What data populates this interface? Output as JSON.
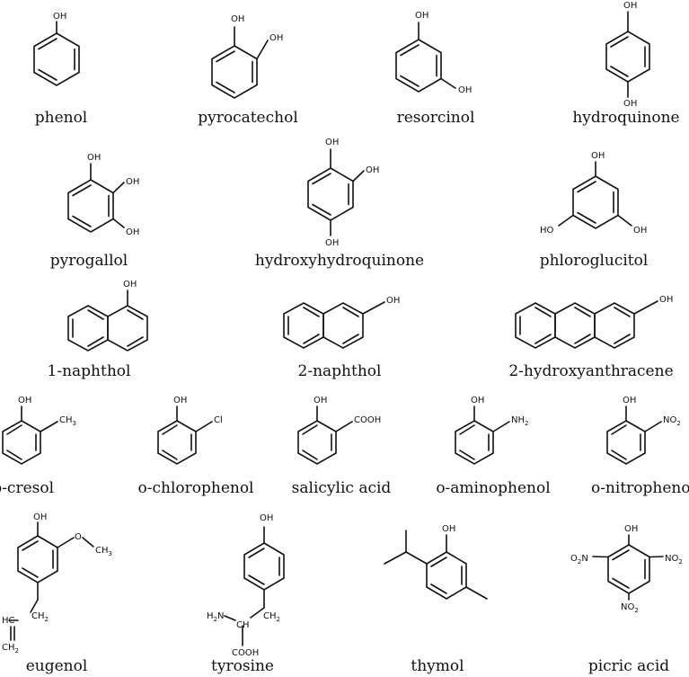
{
  "compounds": [
    {
      "name": "phenol",
      "atoms": [
        "OH"
      ]
    },
    {
      "name": "pyrocatechol",
      "atoms": [
        "OH",
        "OH"
      ]
    },
    {
      "name": "resorcinol",
      "atoms": [
        "OH",
        "OH"
      ]
    },
    {
      "name": "hydroquinone",
      "atoms": [
        "OH",
        "OH"
      ]
    },
    {
      "name": "pyrogallol",
      "atoms": [
        "OH",
        "OH",
        "OH"
      ]
    },
    {
      "name": "hydroxyhydroquinone",
      "atoms": [
        "OH",
        "OH",
        "OH"
      ]
    },
    {
      "name": "phloroglucitol",
      "atoms": [
        "OH",
        "HO",
        "OH"
      ]
    },
    {
      "name": "1-naphthol",
      "atoms": [
        "OH"
      ]
    },
    {
      "name": "2-naphthol",
      "atoms": [
        "OH"
      ]
    },
    {
      "name": "2-hydroxyanthracene",
      "atoms": [
        "OH"
      ]
    },
    {
      "name": "o-cresol",
      "atoms": [
        "OH",
        "CH3"
      ]
    },
    {
      "name": "o-chlorophenol",
      "atoms": [
        "OH",
        "Cl"
      ]
    },
    {
      "name": "salicylic acid",
      "atoms": [
        "OH",
        "COOH"
      ]
    },
    {
      "name": "o-aminophenol",
      "atoms": [
        "OH",
        "NH2"
      ]
    },
    {
      "name": "o-nitrophenol",
      "atoms": [
        "OH",
        "NO2"
      ]
    },
    {
      "name": "eugenol",
      "atoms": [
        "OH",
        "O",
        "CH3",
        "CH2",
        "HC",
        "CH2"
      ]
    },
    {
      "name": "tyrosine",
      "atoms": [
        "OH",
        "H2N",
        "CH",
        "CH2",
        "COOH"
      ]
    },
    {
      "name": "thymol",
      "atoms": [
        "OH"
      ]
    },
    {
      "name": "picric acid",
      "atoms": [
        "OH",
        "O2N",
        "NO2",
        "NO2"
      ]
    }
  ]
}
